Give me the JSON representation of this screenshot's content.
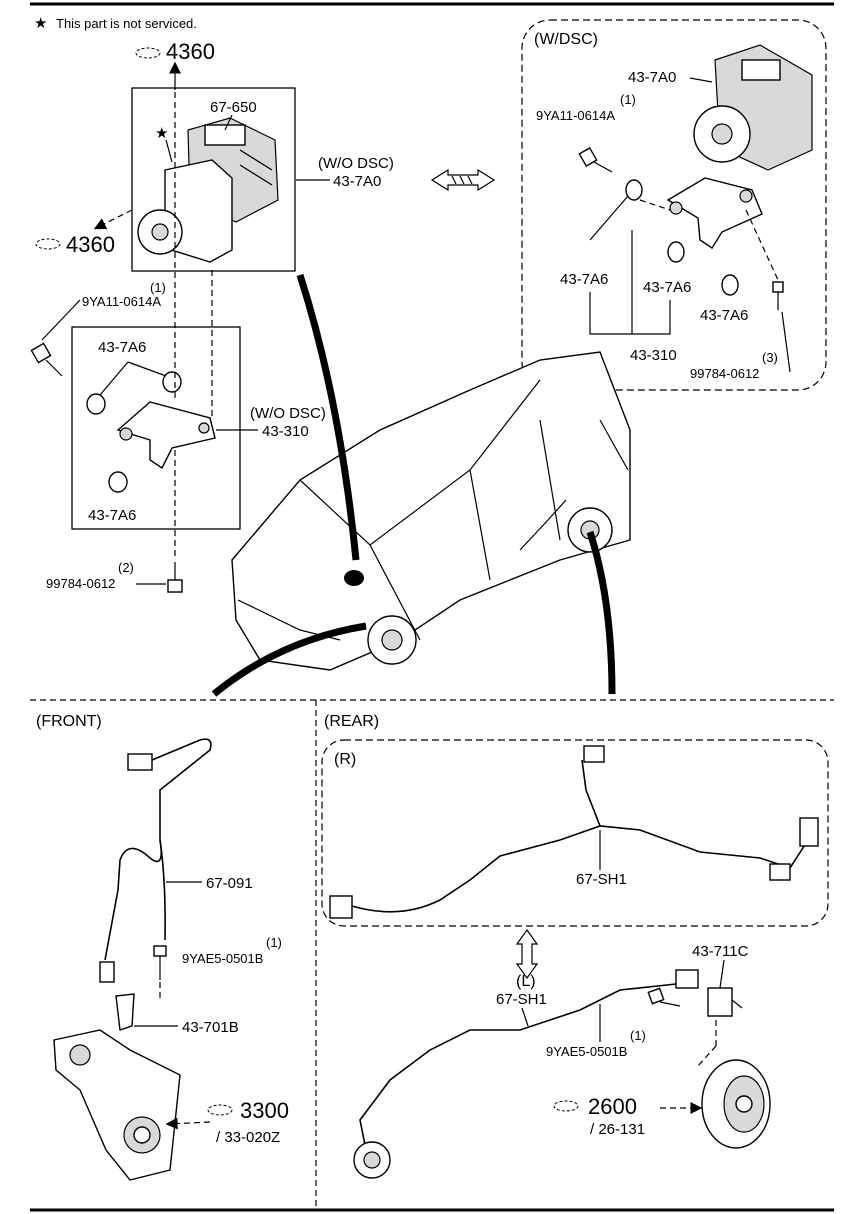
{
  "note": {
    "star": "★",
    "text": "This part is not serviced."
  },
  "sections": {
    "front": "(FRONT)",
    "rear": "(REAR)",
    "wdsc": "(W/DSC)",
    "r": "(R)",
    "l": "(L)"
  },
  "refs": {
    "ref_4360_top": "4360",
    "ref_4360_left": "4360",
    "ref_3300": "3300",
    "ref_3300_sub": "/ 33-020Z",
    "ref_2600": "2600",
    "ref_2600_sub": "/ 26-131"
  },
  "labels": {
    "p67_650": "67-650",
    "wo_dsc_1": "(W/O DSC)",
    "p43_7a0_wo": "43-7A0",
    "p43_7a0_w": "43-7A0",
    "qty1_a": "(1)",
    "p9ya11_a": "9YA11-0614A",
    "qty1_b": "(1)",
    "p9ya11_b": "9YA11-0614A",
    "p43_7a6_a": "43-7A6",
    "p43_7a6_b": "43-7A6",
    "p43_7a6_c": "43-7A6",
    "p43_7a6_d": "43-7A6",
    "p43_7a6_e": "43-7A6",
    "wo_dsc_2": "(W/O DSC)",
    "p43_310_wo": "43-310",
    "p43_310_w": "43-310",
    "qty2": "(2)",
    "p99784_a": "99784-0612",
    "qty3": "(3)",
    "p99784_b": "99784-0612",
    "p67_091": "67-091",
    "qty1_c": "(1)",
    "p9yae5_a": "9YAE5-0501B",
    "p43_701b": "43-701B",
    "p67_sh1_r": "67-SH1",
    "p67_sh1_l": "67-SH1",
    "p43_711c": "43-711C",
    "qty1_d": "(1)",
    "p9yae5_b": "9YAE5-0501B"
  }
}
